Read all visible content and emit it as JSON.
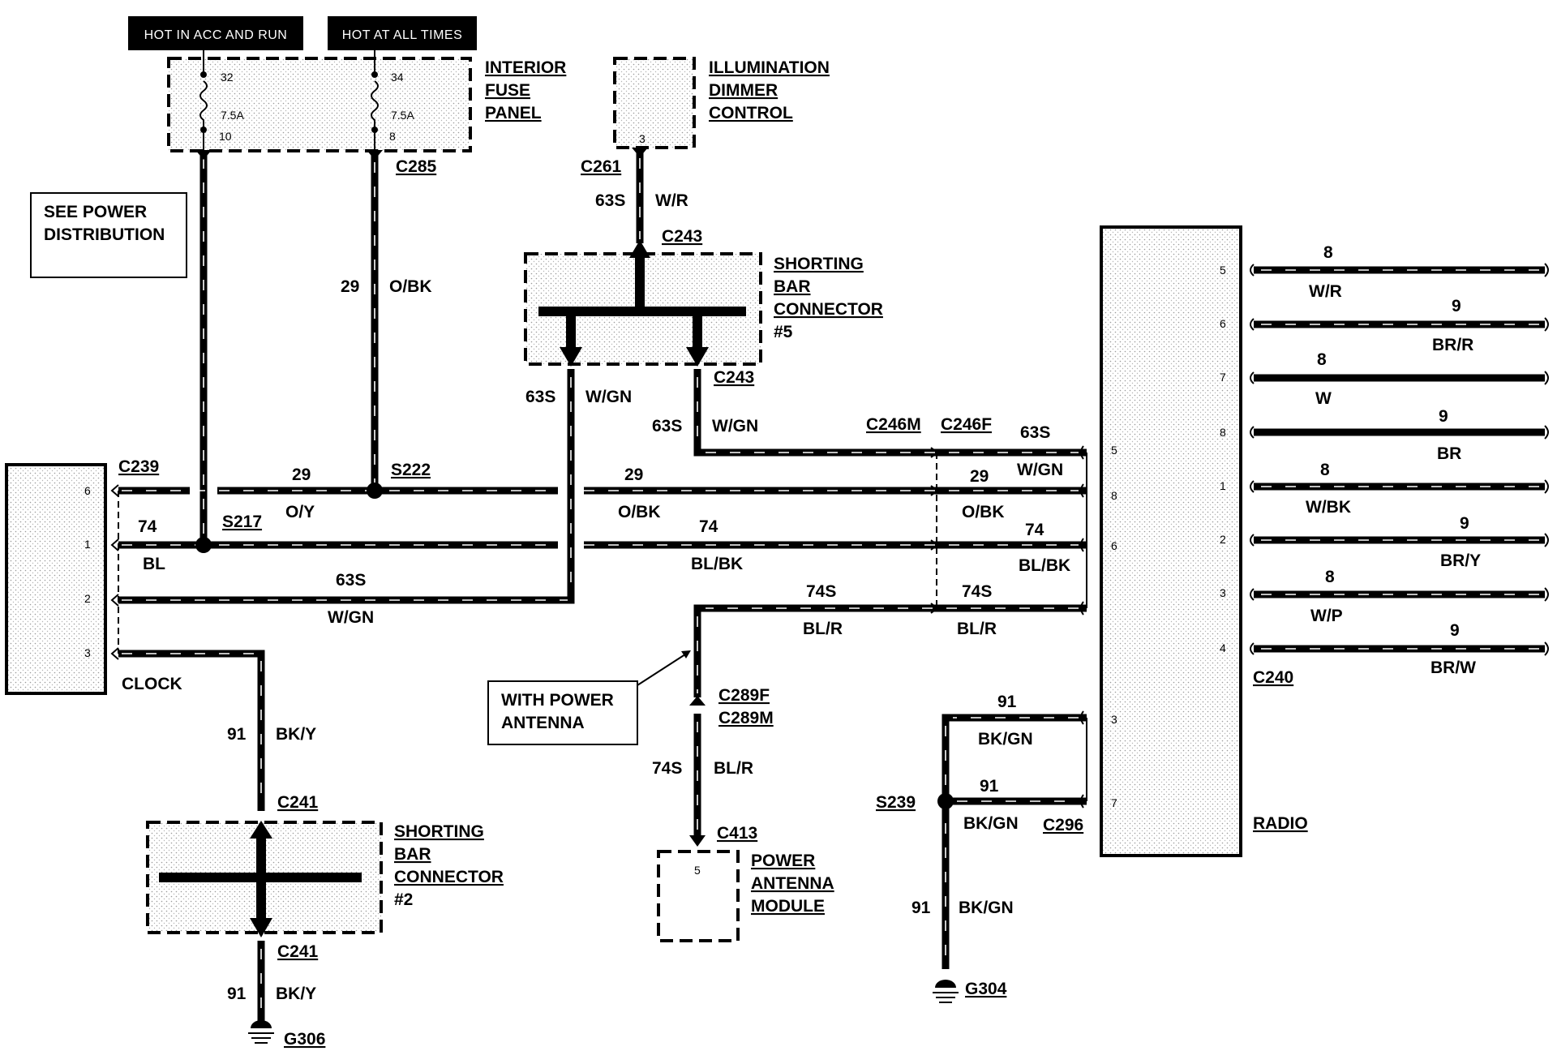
{
  "headers": {
    "hot_acc_run": "HOT IN ACC AND RUN",
    "hot_all_times": "HOT AT ALL TIMES"
  },
  "components": {
    "fuse_panel": [
      "INTERIOR",
      "FUSE",
      "PANEL"
    ],
    "dimmer": [
      "ILLUMINATION",
      "DIMMER",
      "CONTROL"
    ],
    "shorting_bar_5": [
      "SHORTING",
      "BAR",
      "CONNECTOR",
      "#5"
    ],
    "shorting_bar_2": [
      "SHORTING",
      "BAR",
      "CONNECTOR",
      "#2"
    ],
    "power_antenna_module": [
      "POWER",
      "ANTENNA",
      "MODULE"
    ],
    "clock": "CLOCK",
    "radio": "RADIO"
  },
  "notes": {
    "see_power": [
      "SEE POWER",
      "DISTRIBUTION"
    ],
    "with_power_antenna": [
      "WITH POWER",
      "ANTENNA"
    ]
  },
  "fuses": [
    {
      "top_pin": "32",
      "rating": "7.5A",
      "bottom_pin": "10"
    },
    {
      "top_pin": "34",
      "rating": "7.5A",
      "bottom_pin": "8"
    }
  ],
  "connectors": {
    "c285": "C285",
    "c261": "C261",
    "c243_top": "C243",
    "c243_bot": "C243",
    "c239": "C239",
    "s222": "S222",
    "s217": "S217",
    "c246m": "C246M",
    "c246f": "C246F",
    "c241_top": "C241",
    "c241_bot": "C241",
    "c289f": "C289F",
    "c289m": "C289M",
    "c413": "C413",
    "s239": "S239",
    "c296": "C296",
    "c240": "C240",
    "g306": "G306",
    "g304": "G304"
  },
  "pins": {
    "dimmer": "3",
    "antenna_module": "5",
    "clock": [
      "6",
      "1",
      "2",
      "3"
    ],
    "c246": [
      "5",
      "8",
      "6"
    ],
    "radio_left": [
      "3",
      "7"
    ],
    "radio_right": [
      "5",
      "6",
      "7",
      "8",
      "1",
      "2",
      "3",
      "4"
    ]
  },
  "wires": {
    "fuse_to_s222": {
      "circuit": "29",
      "color": "O/BK"
    },
    "dimmer_to_bar": {
      "circuit": "63S",
      "color": "W/R"
    },
    "bar_left_down": {
      "circuit": "63S",
      "color": "W/GN"
    },
    "bar_right_down": {
      "circuit": "63S",
      "color": "W/GN"
    },
    "c246_63s": {
      "circuit": "63S",
      "color": "W/GN"
    },
    "clock_29": {
      "circuit": "29",
      "color": "O/Y"
    },
    "mid_29": {
      "circuit": "29",
      "color": "O/BK"
    },
    "c246_29": {
      "circuit": "29",
      "color": "O/BK"
    },
    "clock_74": {
      "circuit": "74",
      "color": "BL"
    },
    "mid_74": {
      "circuit": "74",
      "color": "BL/BK"
    },
    "c246_74": {
      "circuit": "74",
      "color": "BL/BK"
    },
    "clock_63s": {
      "circuit": "63S",
      "color": "W/GN"
    },
    "antenna_74s_h": {
      "circuit": "74S",
      "color": "BL/R"
    },
    "c246_74s": {
      "circuit": "74S",
      "color": "BL/R"
    },
    "antenna_74s_v": {
      "circuit": "74S",
      "color": "BL/R"
    },
    "clock_91": {
      "circuit": "91",
      "color": "BK/Y"
    },
    "ground_91": {
      "circuit": "91",
      "color": "BK/Y"
    },
    "radio3_91": {
      "circuit": "91",
      "color": "BK/GN"
    },
    "radio7_91": {
      "circuit": "91",
      "color": "BK/GN"
    },
    "s239_91": {
      "circuit": "91",
      "color": "BK/GN"
    }
  },
  "speaker_wires": [
    {
      "circuit": "8",
      "color": "W/R"
    },
    {
      "circuit": "9",
      "color": "BR/R"
    },
    {
      "circuit": "8",
      "color": "W"
    },
    {
      "circuit": "9",
      "color": "BR"
    },
    {
      "circuit": "8",
      "color": "W/BK"
    },
    {
      "circuit": "9",
      "color": "BR/Y"
    },
    {
      "circuit": "8",
      "color": "W/P"
    },
    {
      "circuit": "9",
      "color": "BR/W"
    }
  ]
}
